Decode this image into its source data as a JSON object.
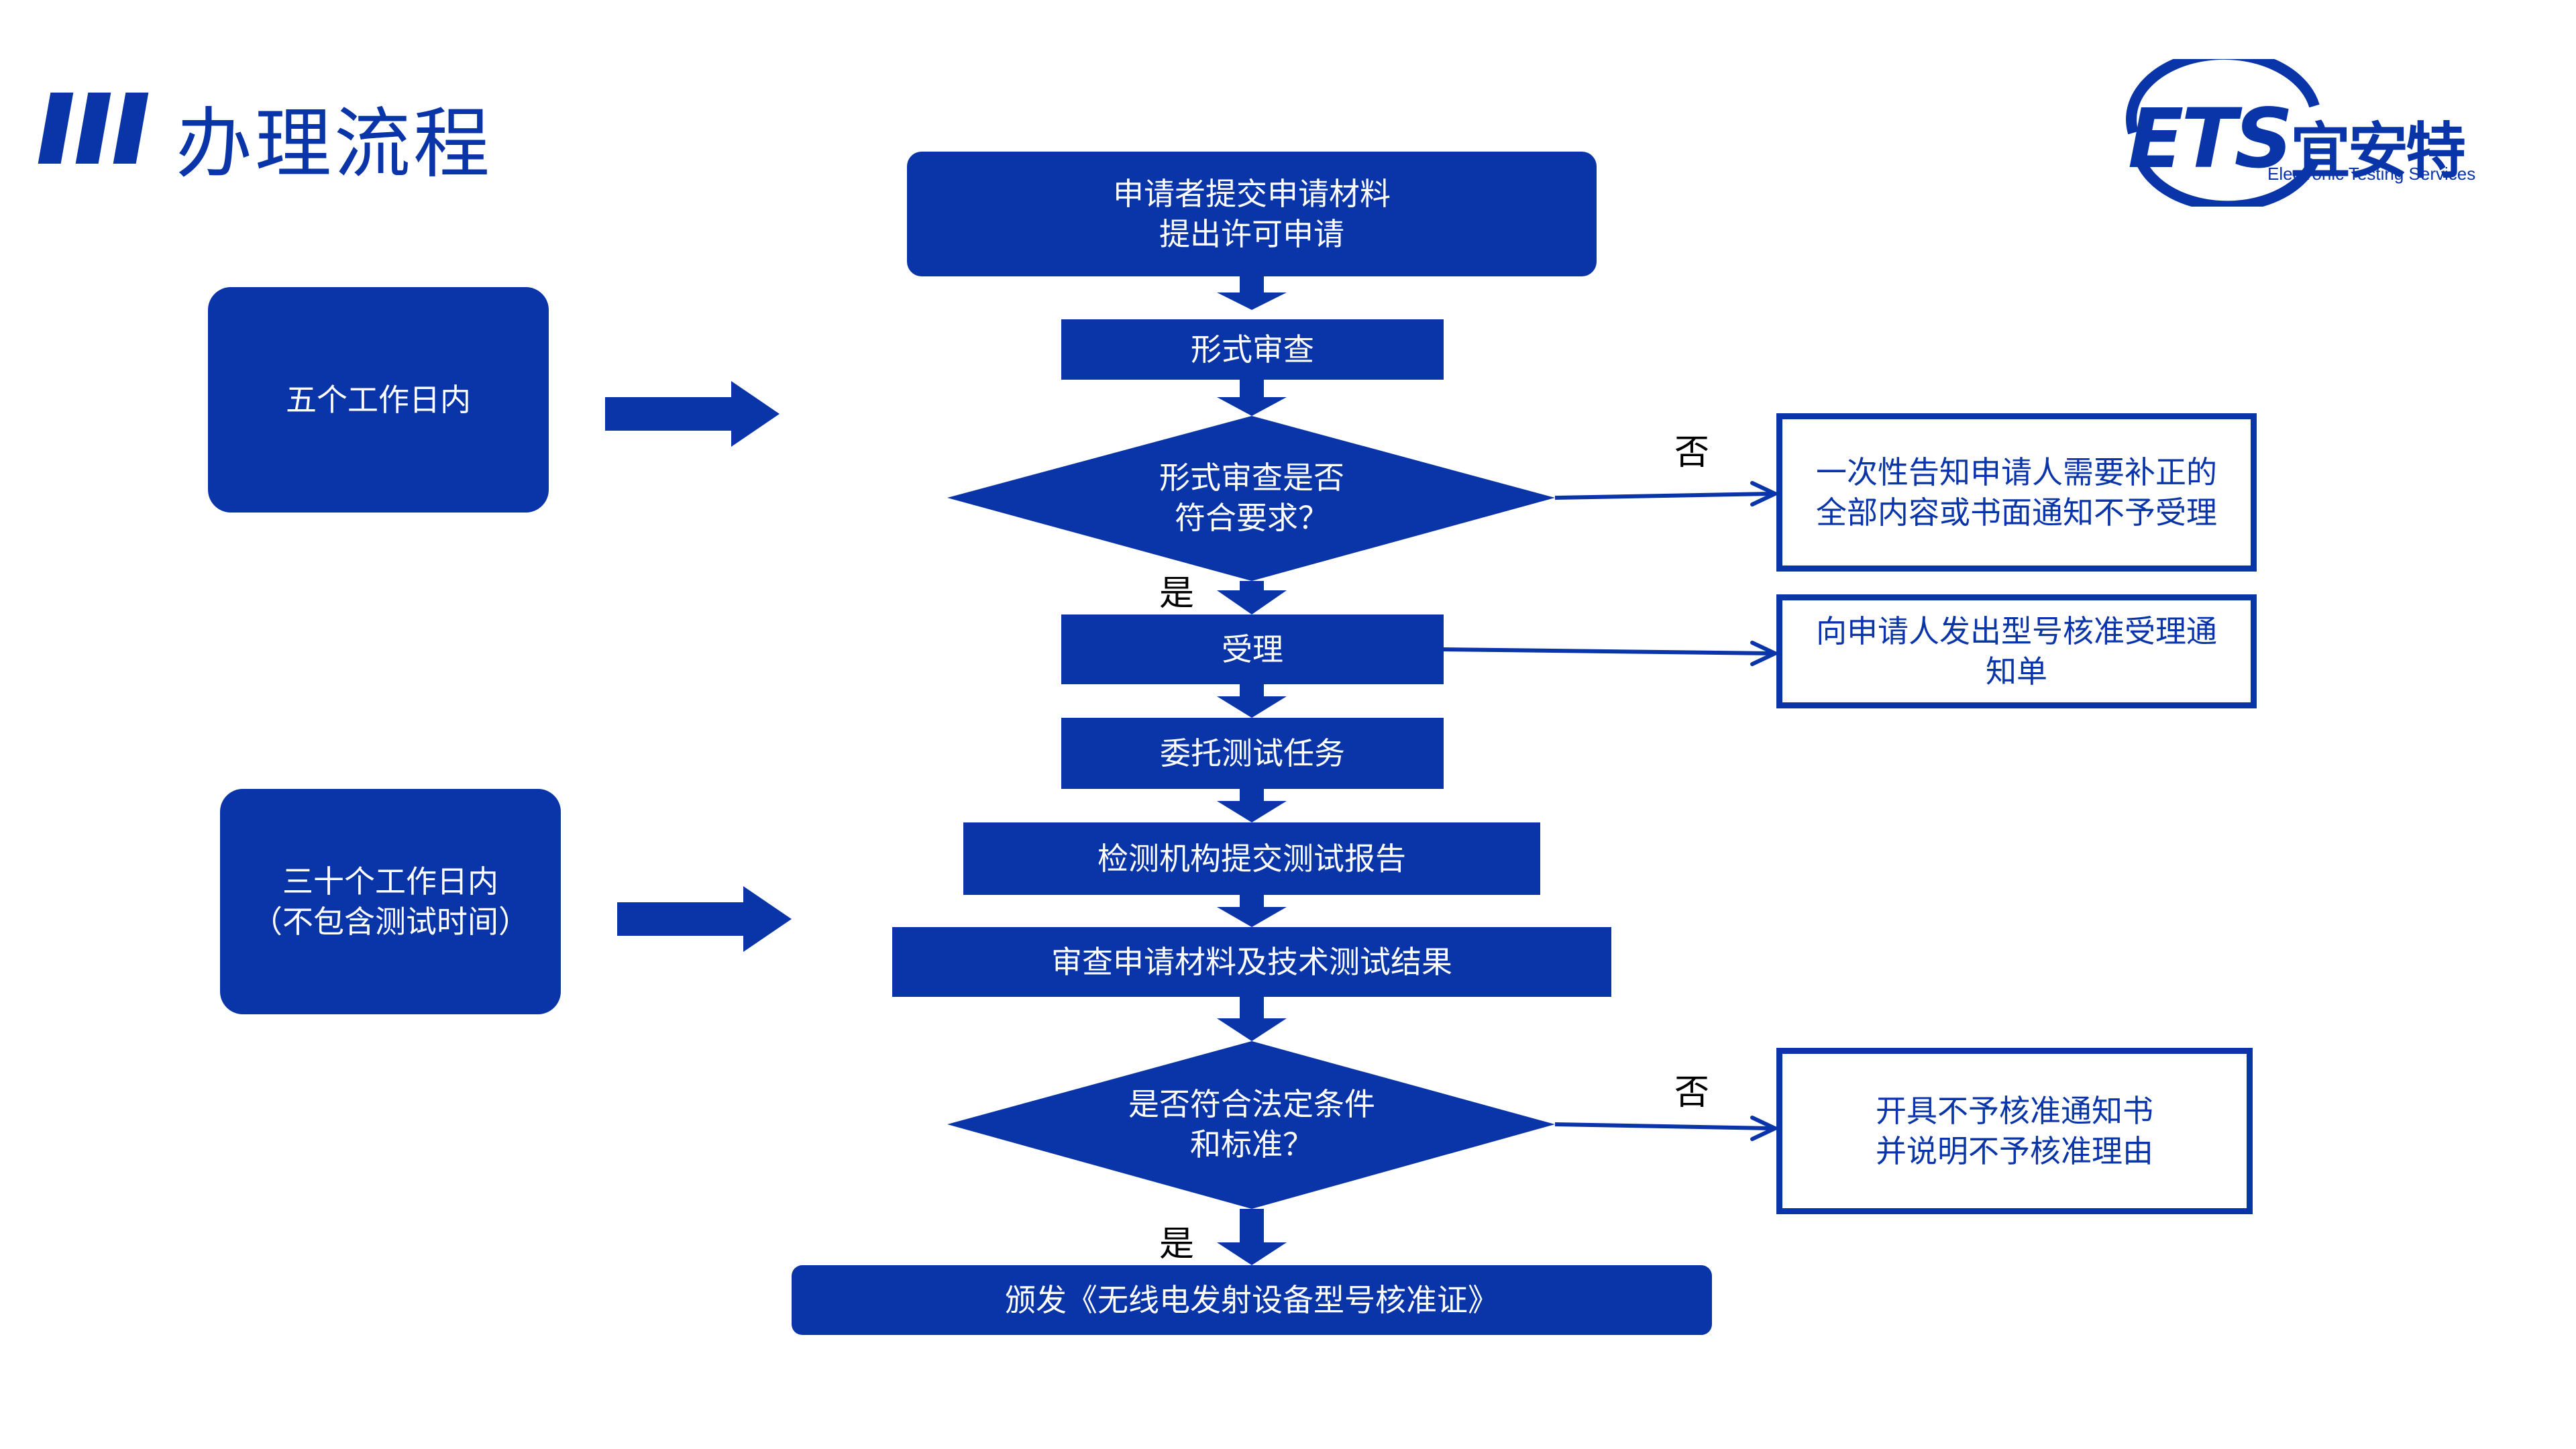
{
  "header": {
    "title": "办理流程",
    "accent_color": "#0a35a8"
  },
  "logo": {
    "letters": "ETS",
    "chinese": "宜安特",
    "tagline": "Electronic Testing Services"
  },
  "time_notes": {
    "first": [
      "五个工作日内"
    ],
    "second": [
      "三十个工作日内",
      "（不包含测试时间）"
    ]
  },
  "flow": {
    "submit": [
      "申请者提交申请材料",
      "提出许可申请"
    ],
    "formal_review": "形式审查",
    "decision1": [
      "形式审查是否",
      "符合要求？"
    ],
    "accept": "受理",
    "entrust_test": "委托测试任务",
    "submit_report": "检测机构提交测试报告",
    "review_results": "审查申请材料及技术测试结果",
    "decision2": [
      "是否符合法定条件",
      "和标准？"
    ],
    "issue": "颁发《无线电发射设备型号核准证》"
  },
  "outcomes": {
    "reject_notice": [
      "一次性告知申请人需要补正的",
      "全部内容或书面通知不予受理"
    ],
    "accept_notice": [
      "向申请人发出型号核准受理通",
      "知单"
    ],
    "deny_notice": [
      "开具不予核准通知书",
      "并说明不予核准理由"
    ]
  },
  "edge_labels": {
    "no1": "否",
    "yes1": "是",
    "no2": "否",
    "yes2": "是"
  }
}
